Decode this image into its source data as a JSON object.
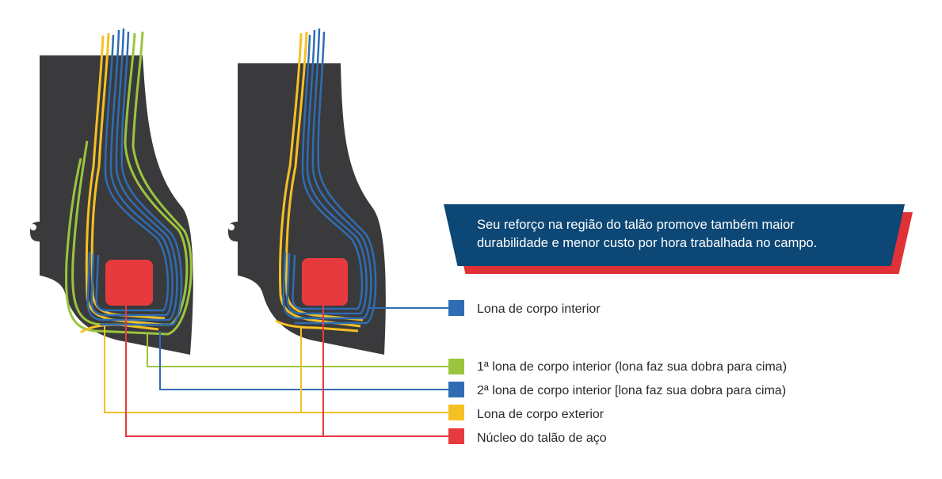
{
  "callout": {
    "line1": "Seu reforço na região do talão promove também maior",
    "line2": "durabilidade e menor custo por hora trabalhada no campo."
  },
  "legend": [
    {
      "label": "Lona de corpo interior",
      "color": "#2e6db4"
    },
    {
      "label": "1ª lona de corpo interior (lona faz sua dobra para cima)",
      "color": "#9bc53d"
    },
    {
      "label": "2ª lona de corpo interior [lona faz sua dobra para cima)",
      "color": "#2e6db4"
    },
    {
      "label": "Lona de corpo exterior",
      "color": "#f5c024"
    },
    {
      "label": "Núcleo do talão de aço",
      "color": "#e63a3f"
    }
  ],
  "colors": {
    "rubber": "#3a3a3c",
    "callout_bg": "#0c4775",
    "callout_shadow": "#e03137",
    "blue": "#2e6db4",
    "green": "#9bc53d",
    "yellow": "#f5c024",
    "red": "#e63a3f"
  }
}
